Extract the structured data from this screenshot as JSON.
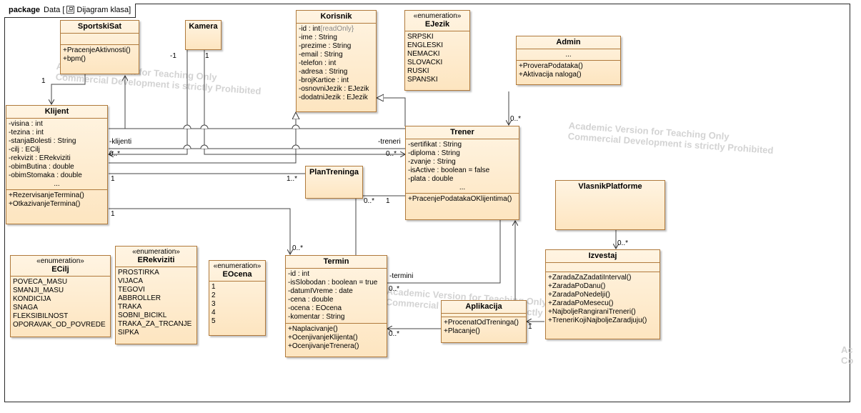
{
  "package": {
    "keyword": "package",
    "name": "Data",
    "diagram_name": "Dijagram klasa"
  },
  "watermark": {
    "line1": "Academic Version for Teaching Only",
    "line2": "Commercial Development is strictly Prohibited"
  },
  "classes": {
    "sportskisat": {
      "name": "SportskiSat",
      "attributes": [],
      "operations": [
        "+PracenjeAktivnosti()",
        "+bpm()"
      ]
    },
    "kamera": {
      "name": "Kamera"
    },
    "korisnik": {
      "name": "Korisnik",
      "attributes": [
        "-id : int",
        "-ime : String",
        "-prezime : String",
        "-email : String",
        "-telefon : int",
        "-adresa : String",
        "-brojKartice : int",
        "-osnovniJezik : EJezik",
        "-dodatniJezik : EJezik"
      ],
      "id_modifier": "{readOnly}"
    },
    "ejezik": {
      "stereotype": "«enumeration»",
      "name": "EJezik",
      "literals": [
        "SRPSKI",
        "ENGLESKI",
        "NEMACKI",
        "SLOVACKI",
        "RUSKI",
        "SPANSKI"
      ]
    },
    "admin": {
      "name": "Admin",
      "attributes_ellipsis": "...",
      "operations": [
        "+ProveraPodataka()",
        "+Aktivacija naloga()"
      ]
    },
    "klijent": {
      "name": "Klijent",
      "attributes": [
        "-visina : int",
        "-tezina : int",
        "-stanjaBolesti : String",
        "-cilj : ECilj",
        "-rekvizit : ERekviziti",
        "-obimButina : double",
        "-obimStomaka : double"
      ],
      "attributes_ellipsis": "...",
      "operations": [
        "+RezervisanjeTermina()",
        "+OtkazivanjeTermina()"
      ]
    },
    "trener": {
      "name": "Trener",
      "attributes": [
        "-sertifikat : String",
        "-diploma : String",
        "-zvanje : String",
        "-isActive : boolean = false",
        "-plata : double"
      ],
      "attributes_ellipsis": "...",
      "operations": [
        "+PracenjePodatakaOKlijentima()"
      ]
    },
    "plantreninga": {
      "name": "PlanTreninga"
    },
    "vlasnikplatforme": {
      "name": "VlasnikPlatforme"
    },
    "izvestaj": {
      "name": "Izvestaj",
      "operations": [
        "+ZaradaZaZadatiInterval()",
        "+ZaradaPoDanu()",
        "+ZaradaPoNedelji()",
        "+ZaradaPoMesecu()",
        "+NajboljeRangiraniTreneri()",
        "+TreneriKojiNajboljeZaradjuju()"
      ]
    },
    "ecilj": {
      "stereotype": "«enumeration»",
      "name": "ECilj",
      "literals": [
        "POVECA_MASU",
        "SMANJI_MASU",
        "KONDICIJA",
        "SNAGA",
        "FLEKSIBILNOST",
        "OPORAVAK_OD_POVREDE"
      ]
    },
    "erekviziti": {
      "stereotype": "«enumeration»",
      "name": "ERekviziti",
      "literals": [
        "PROSTIRKA",
        "VIJACA",
        "TEGOVI",
        "ABBROLLER",
        "TRAKA",
        "SOBNI_BICIKL",
        "TRAKA_ZA_TRCANJE",
        "SIPKA"
      ]
    },
    "eocena": {
      "stereotype": "«enumeration»",
      "name": "EOcena",
      "literals": [
        "1",
        "2",
        "3",
        "4",
        "5"
      ]
    },
    "termin": {
      "name": "Termin",
      "attributes": [
        "-id : int",
        "-isSlobodan : boolean = true",
        "-datumIVreme : date",
        "-cena : double",
        "-ocena : EOcena",
        "-komentar : String"
      ],
      "operations": [
        "+Naplacivanje()",
        "+OcenjivanjeKlijenta()",
        "+OcenjivanjeTrenera()"
      ]
    },
    "aplikacija": {
      "name": "Aplikacija",
      "operations": [
        "+ProcenatOdTreninga()",
        "+Placanje()"
      ]
    }
  },
  "edge_labels": {
    "sat_klijent_mult": "1",
    "kamera_left_mult": "-1",
    "kamera_right_mult": "1",
    "klijenti_role": "-klijenti",
    "klijent_kam_mult": "0..*",
    "treneri_role": "-treneri",
    "trener_kam_mult": "0..*",
    "klijent_plan_mult": "1",
    "plan_left_mult": "1..*",
    "admin_trener_mult": "0..*",
    "plan_trener_left": "0..*",
    "plan_trener_right": "1",
    "klijent_termin_mult": "1",
    "termin_from_klijent": "0..*",
    "vlasnik_izvestaj_mult": "0..*",
    "termini_role": "-termini",
    "termini_mult": "0..*",
    "app_termin_mult": "0..*",
    "izvestaj_app_mult": "1"
  }
}
